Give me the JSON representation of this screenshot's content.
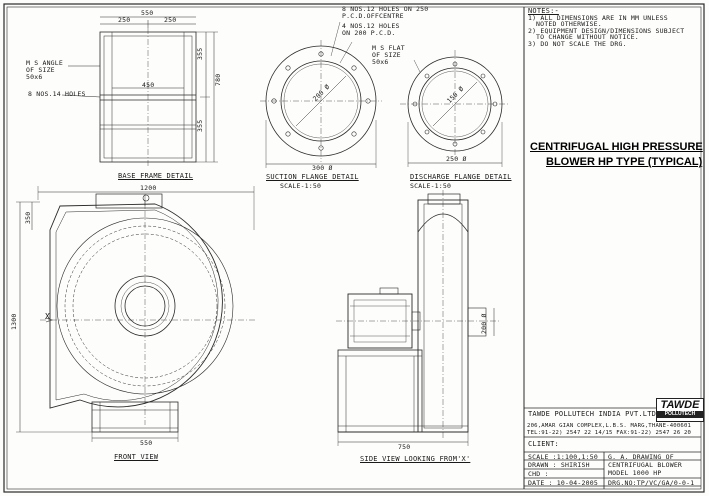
{
  "notes": {
    "heading": "NOTES:-",
    "items": [
      "1) ALL DIMENSIONS ARE IN MM UNLESS",
      "NOTED OTHERWISE.",
      "2) EQUIPMENT DESIGN/DIMENSIONS SUBJECT",
      "TO CHANGE WITHOUT NOTICE.",
      "3) DO NOT SCALE THE DRG."
    ]
  },
  "title": {
    "line1": "CENTRIFUGAL HIGH PRESSURE",
    "line2": "BLOWER HP TYPE (TYPICAL)"
  },
  "base_frame": {
    "caption": "BASE FRAME DETAIL",
    "dim_top": "550",
    "dim_left": "250",
    "dim_right": "250",
    "dim_center": "450",
    "dim_h1": "355",
    "dim_h2": "780",
    "dim_h3": "355",
    "note_angle": "M S ANGLE OF SIZE 50x6",
    "note_holes": "8 NOS.14 HOLES"
  },
  "suction_flange": {
    "caption": "SUCTION FLANGE DETAIL",
    "scale": "SCALE-1:50",
    "note_holes1": "8 NOS.12 HOLES ON 250 P.C.D.OFFCENTRE",
    "note_holes2": "4 NOS.12 HOLES ON 200 P.C.D.",
    "dim_inner": "200 Ø",
    "dim_outer": "300 Ø"
  },
  "discharge_flange": {
    "caption": "DISCHARGE FLANGE DETAIL",
    "scale": "SCALE-1:50",
    "note_flat": "M S FLAT OF SIZE 50x6",
    "dim_inner": "150 Ø",
    "dim_outer": "250 Ø"
  },
  "front_view": {
    "caption": "FRONT VIEW",
    "dim_width": "1200",
    "dim_height": "1300",
    "dim_top": "350",
    "dim_base": "550",
    "axis_label": "X"
  },
  "side_view": {
    "caption": "SIDE VIEW LOOKING FROM'X'",
    "dim_base": "750",
    "dim_outlet": "200 Ø"
  },
  "title_block": {
    "company": "TAWDE POLLUTECH INDIA PVT.LTD.",
    "address": "206,AMAR GIAN COMPLEX,L.B.S. MARG,THANE-400601",
    "phone": "TEL:91-22) 2547 22 14/15 FAX:91-22) 2547 26 20",
    "client_label": "CLIENT:",
    "scale": "SCALE :1:100,1:50",
    "drawn": "DRAWN : SHIRISH",
    "chd": "CHD :",
    "date": "DATE : 10-04-2005",
    "drawing_title1": "G. A. DRAWING OF",
    "drawing_title2": "CENTRIFUGAL BLOWER",
    "drawing_title3": "MODEL 1000 HP",
    "drawing_no": "DRG.NO:TP/VC/GA/0-0-1"
  },
  "logo": {
    "name": "TAWDE",
    "sub": "POLLUTECH"
  }
}
